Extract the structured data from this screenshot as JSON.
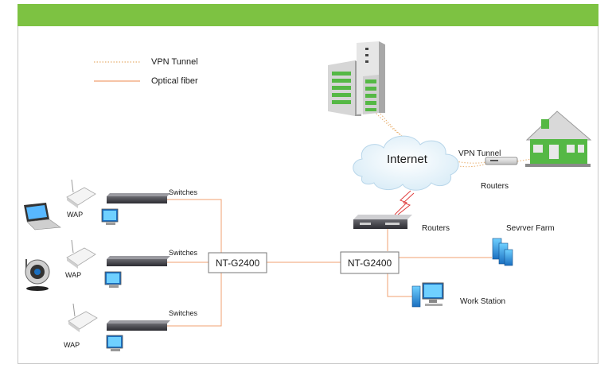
{
  "legend": {
    "vpn_tunnel": "VPN Tunnel",
    "optical_fiber": "Optical fiber"
  },
  "colors": {
    "header": "#7dc242",
    "fiber": "#f0a070",
    "vpn": "#e8b070",
    "building_green": "#55b845"
  },
  "internet": {
    "label": "Internet"
  },
  "nodes": {
    "left_switch_box": "NT-G2400",
    "right_switch_box": "NT-G2400"
  },
  "access": [
    {
      "wap": "WAP",
      "switch": "Switches"
    },
    {
      "wap": "WAP",
      "switch": "Switches"
    },
    {
      "wap": "WAP",
      "switch": "Switches"
    }
  ],
  "right": {
    "vpn_label": "VPN Tunnel",
    "remote_router": "Routers",
    "core_router": "Routers",
    "server_farm": "Sevrver Farm",
    "work_station": "Work Station"
  },
  "icons": [
    "laptop-icon",
    "webcam-icon",
    "wap-icon",
    "switch-icon",
    "monitor-icon",
    "office-building-icon",
    "house-icon",
    "cloud-icon",
    "router-icon",
    "server-farm-icon",
    "workstation-icon"
  ]
}
